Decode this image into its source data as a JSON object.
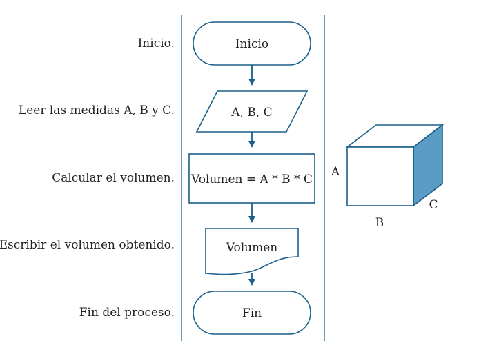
{
  "steps": [
    {
      "label": "Inicio.",
      "shape_text": "Inicio"
    },
    {
      "label": "Leer las medidas A, B y C.",
      "shape_text": "A, B, C"
    },
    {
      "label": "Calcular el volumen.",
      "shape_text": "Volumen = A * B * C"
    },
    {
      "label": "Escribir el volumen obtenido.",
      "shape_text": "Volumen"
    },
    {
      "label": "Fin del proceso.",
      "shape_text": "Fin"
    }
  ],
  "cube": {
    "label_a": "A",
    "label_b": "B",
    "label_c": "C"
  },
  "colors": {
    "stroke": "#1a5f8a",
    "cube_side": "#5b9cc4",
    "text": "#231f20"
  }
}
